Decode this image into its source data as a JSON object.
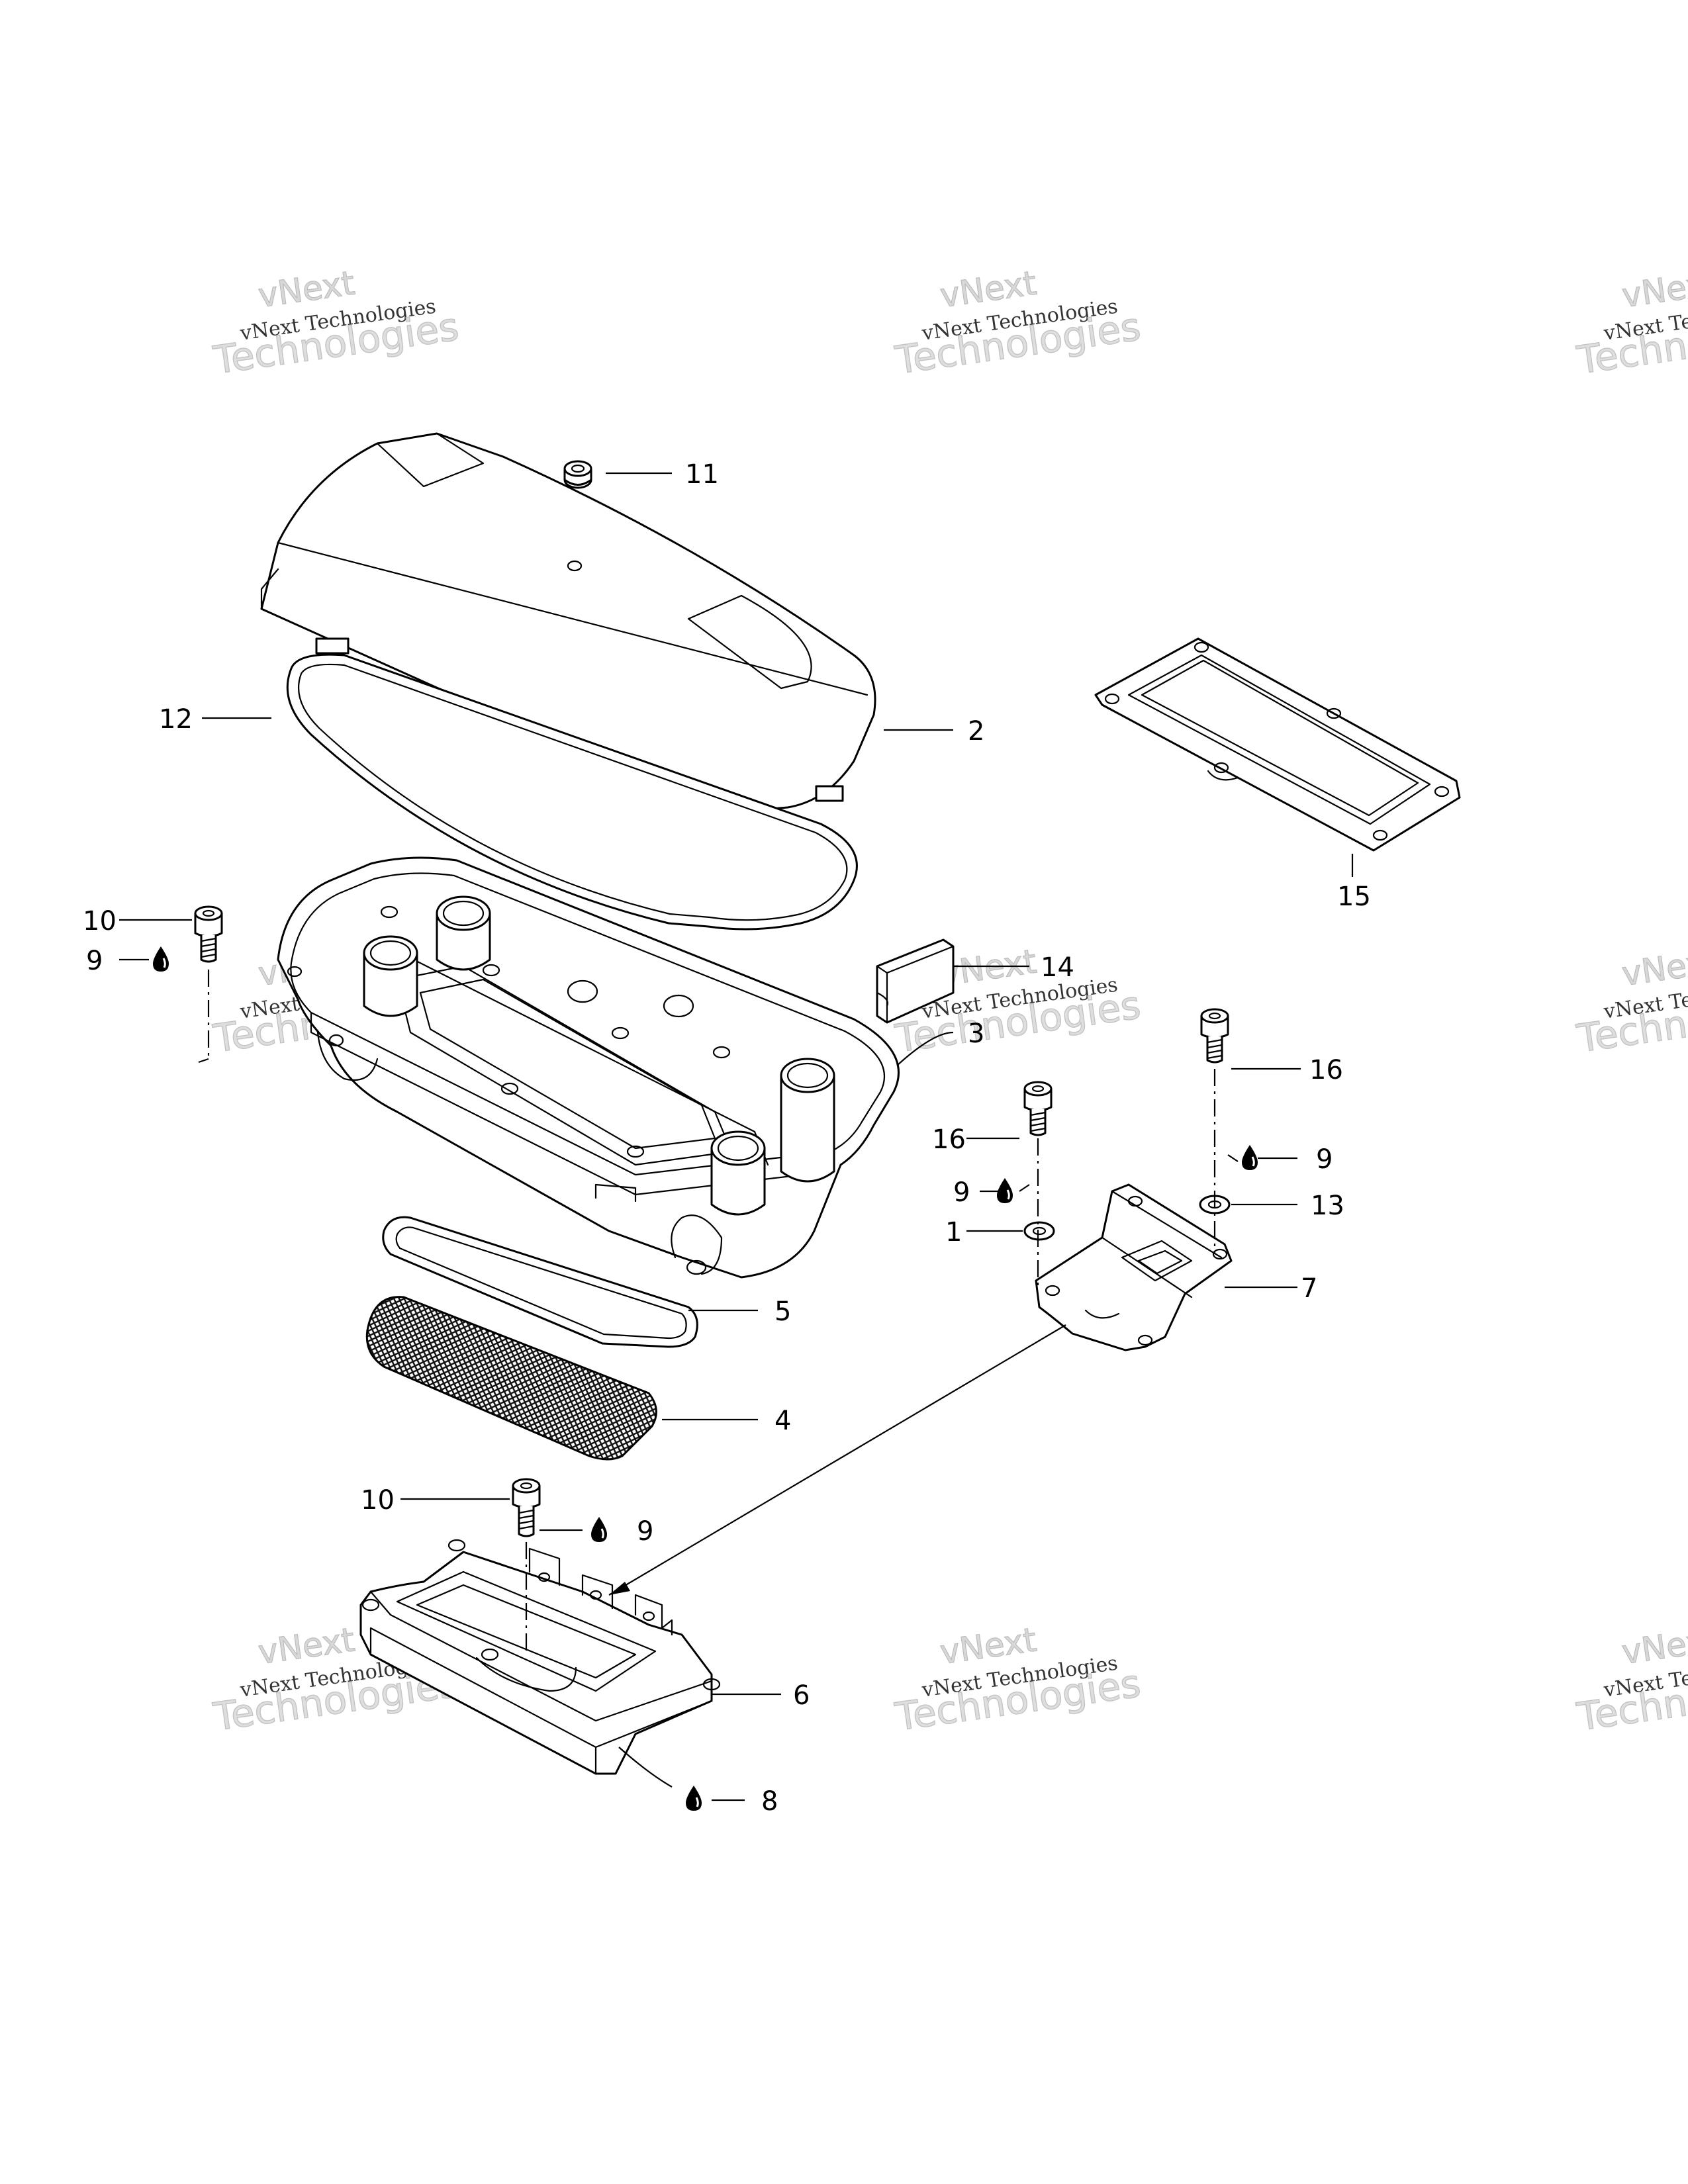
{
  "watermark": {
    "line1": "vNext",
    "line2": "vNext Technologies",
    "line3": "Technologies"
  },
  "callouts": {
    "c1": "1",
    "c2": "2",
    "c3": "3",
    "c4": "4",
    "c5": "5",
    "c6": "6",
    "c7": "7",
    "c8": "8",
    "c9a": "9",
    "c9b": "9",
    "c9c": "9",
    "c9d": "9",
    "c10a": "10",
    "c10b": "10",
    "c11": "11",
    "c12": "12",
    "c13": "13",
    "c14": "14",
    "c15": "15",
    "c16a": "16",
    "c16b": "16"
  },
  "icons": {
    "lubricant": "lubricant-drop-icon"
  }
}
